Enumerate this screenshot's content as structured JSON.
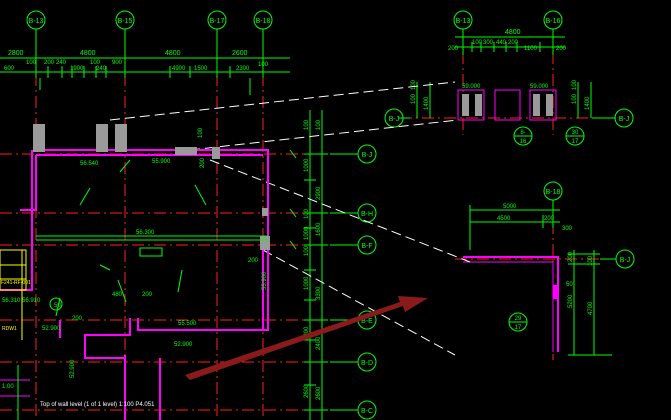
{
  "colors": {
    "background": "#000000",
    "dimension": "#00ff00",
    "wall": "#ff00ff",
    "axis": "#ff2020",
    "leader": "#ffffff",
    "note": "#ffff00",
    "arrow": "#8b1a1a",
    "column": "#9a9a9a",
    "bubble_text": "#00ff00"
  },
  "grid_bubbles_top": [
    {
      "label": "B-13"
    },
    {
      "label": "B-15"
    },
    {
      "label": "B-17"
    },
    {
      "label": "B-18"
    }
  ],
  "grid_bubbles_detail_top": [
    {
      "label": "B-13"
    },
    {
      "label": "B-16"
    }
  ],
  "grid_bubbles_right": [
    {
      "label": "B-J"
    },
    {
      "label": "B-H"
    },
    {
      "label": "B-F"
    },
    {
      "label": "B-E"
    },
    {
      "label": "B-D"
    },
    {
      "label": "B-C"
    }
  ],
  "detail_right": {
    "top_bubble": "B-18",
    "row_bubble": "B-J",
    "dims_top": [
      "5000",
      "4500",
      "200",
      "300"
    ],
    "dims_side": [
      "200",
      "100",
      "5200",
      "4700"
    ],
    "tag": {
      "top": "29",
      "bottom": "17"
    },
    "label_50": "50"
  },
  "detail_top": {
    "dim_total": "4800",
    "dims_row": [
      "200",
      "100",
      "300",
      "440",
      "200",
      "1100",
      "200"
    ],
    "levels": [
      "59.000",
      "59.000"
    ],
    "row_bubble": "B-J",
    "tag_a": {
      "top": "8-",
      "bottom": "16"
    },
    "tag_b": {
      "top": "30",
      "bottom": "17"
    },
    "vert_dims": [
      "100",
      "1400",
      "100",
      "100",
      "1400",
      "100"
    ]
  },
  "plan_dims_top": [
    "2800",
    "4800",
    "4800",
    "2600"
  ],
  "plan_dims_sub": [
    "600",
    "100",
    "200",
    "240",
    "1900",
    "100",
    "240",
    "900",
    "4900",
    "1500",
    "2300",
    "100"
  ],
  "plan_side_dims": [
    "100",
    "100",
    "1000",
    "2900",
    "100",
    "1000",
    "1600",
    "100",
    "3300",
    "1000",
    "1300",
    "2400",
    "2600",
    "2600"
  ],
  "levels": [
    "56.540",
    "55.900",
    "56.300",
    "55.500",
    "52.900",
    "55.900",
    "52.900",
    "56.910",
    "52.900"
  ],
  "small_labels": [
    "200",
    "200",
    "480",
    "200",
    "200",
    "50",
    "100"
  ],
  "notes": [
    "F241-RF-001",
    "RDW1",
    "1.00",
    "56.310"
  ],
  "bottom_note": "Top of wall level (1 of 1 level) 1:100 P4.051"
}
